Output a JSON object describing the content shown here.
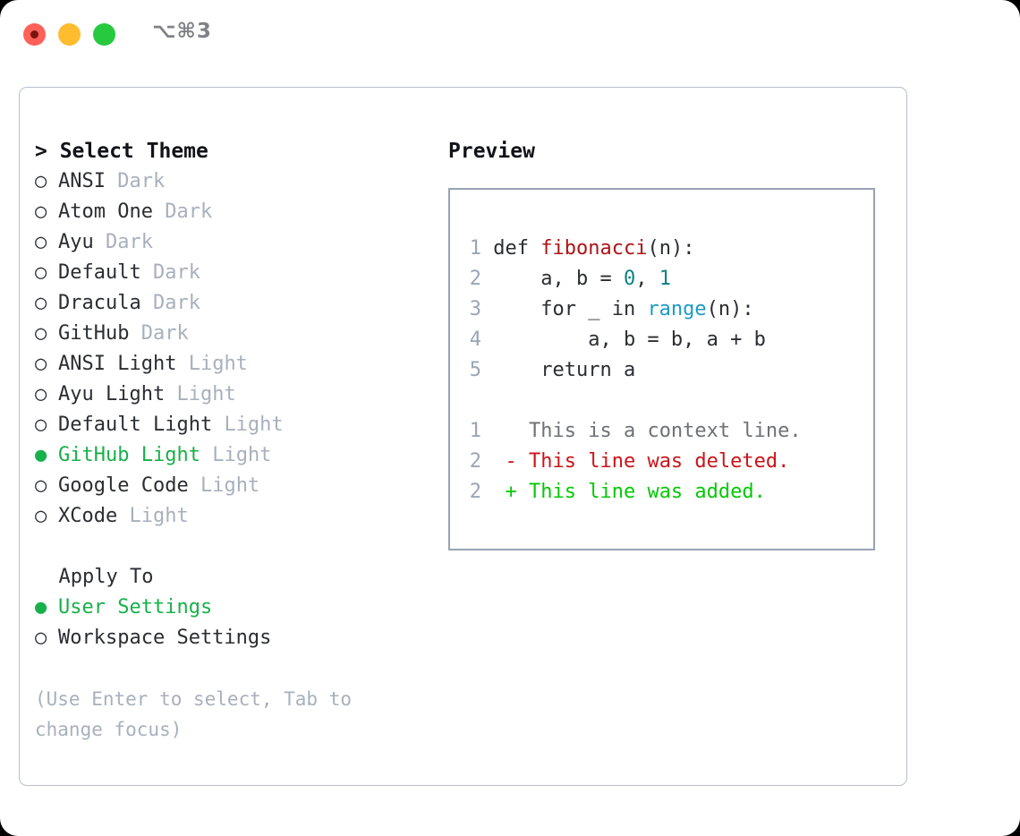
{
  "window": {
    "shortcut_label": "⌥⌘3",
    "traffic_lights": [
      {
        "name": "close",
        "color": "#ff6159"
      },
      {
        "name": "minimize",
        "color": "#febc2e"
      },
      {
        "name": "zoom",
        "color": "#27c93f"
      }
    ]
  },
  "theme_picker": {
    "header": "> Select Theme",
    "selected_bullet": "●",
    "unselected_bullet": "○",
    "accent_color": "#18b04a",
    "items": [
      {
        "bullet": "○",
        "name": "ANSI",
        "tag": "Dark",
        "selected": false
      },
      {
        "bullet": "○",
        "name": "Atom One",
        "tag": "Dark",
        "selected": false
      },
      {
        "bullet": "○",
        "name": "Ayu",
        "tag": "Dark",
        "selected": false
      },
      {
        "bullet": "○",
        "name": "Default",
        "tag": "Dark",
        "selected": false
      },
      {
        "bullet": "○",
        "name": "Dracula",
        "tag": "Dark",
        "selected": false
      },
      {
        "bullet": "○",
        "name": "GitHub",
        "tag": "Dark",
        "selected": false
      },
      {
        "bullet": "○",
        "name": "ANSI Light",
        "tag": "Light",
        "selected": false
      },
      {
        "bullet": "○",
        "name": "Ayu Light",
        "tag": "Light",
        "selected": false
      },
      {
        "bullet": "○",
        "name": "Default Light",
        "tag": "Light",
        "selected": false
      },
      {
        "bullet": "●",
        "name": "GitHub Light",
        "tag": "Light",
        "selected": true
      },
      {
        "bullet": "○",
        "name": "Google Code",
        "tag": "Light",
        "selected": false
      },
      {
        "bullet": "○",
        "name": "XCode",
        "tag": "Light",
        "selected": false
      }
    ]
  },
  "apply_to": {
    "header": "  Apply To",
    "options": [
      {
        "bullet": "●",
        "label": "User Settings",
        "selected": true
      },
      {
        "bullet": "○",
        "label": "Workspace Settings",
        "selected": false
      }
    ]
  },
  "hint": "(Use Enter to select, Tab to change focus)",
  "preview": {
    "title": "Preview",
    "code_lines": [
      {
        "no": "1",
        "tokens": [
          {
            "t": "def ",
            "c": "plain"
          },
          {
            "t": "fibonacci",
            "c": "fn"
          },
          {
            "t": "(n):",
            "c": "plain"
          }
        ]
      },
      {
        "no": "2",
        "tokens": [
          {
            "t": "    a, b = ",
            "c": "plain"
          },
          {
            "t": "0",
            "c": "num"
          },
          {
            "t": ", ",
            "c": "plain"
          },
          {
            "t": "1",
            "c": "num"
          }
        ]
      },
      {
        "no": "3",
        "tokens": [
          {
            "t": "    for _ in ",
            "c": "plain"
          },
          {
            "t": "range",
            "c": "kw"
          },
          {
            "t": "(n):",
            "c": "plain"
          }
        ]
      },
      {
        "no": "4",
        "tokens": [
          {
            "t": "        a, b = b, a + b",
            "c": "plain"
          }
        ]
      },
      {
        "no": "5",
        "tokens": [
          {
            "t": "    return a",
            "c": "plain"
          }
        ]
      }
    ],
    "diff_lines": [
      {
        "no": "1",
        "marker": " ",
        "text": " This is a context line.",
        "kind": "context"
      },
      {
        "no": "2",
        "marker": "-",
        "text": " This line was deleted.",
        "kind": "removed"
      },
      {
        "no": "2",
        "marker": "+",
        "text": " This line was added.",
        "kind": "added"
      }
    ],
    "colors": {
      "function": "#ad1316",
      "number": "#0d8285",
      "keyword": "#1a9bc4",
      "removed": "#cc1418",
      "added": "#04c904",
      "context": "#6e7176",
      "lineno": "#9aa5b5"
    }
  }
}
